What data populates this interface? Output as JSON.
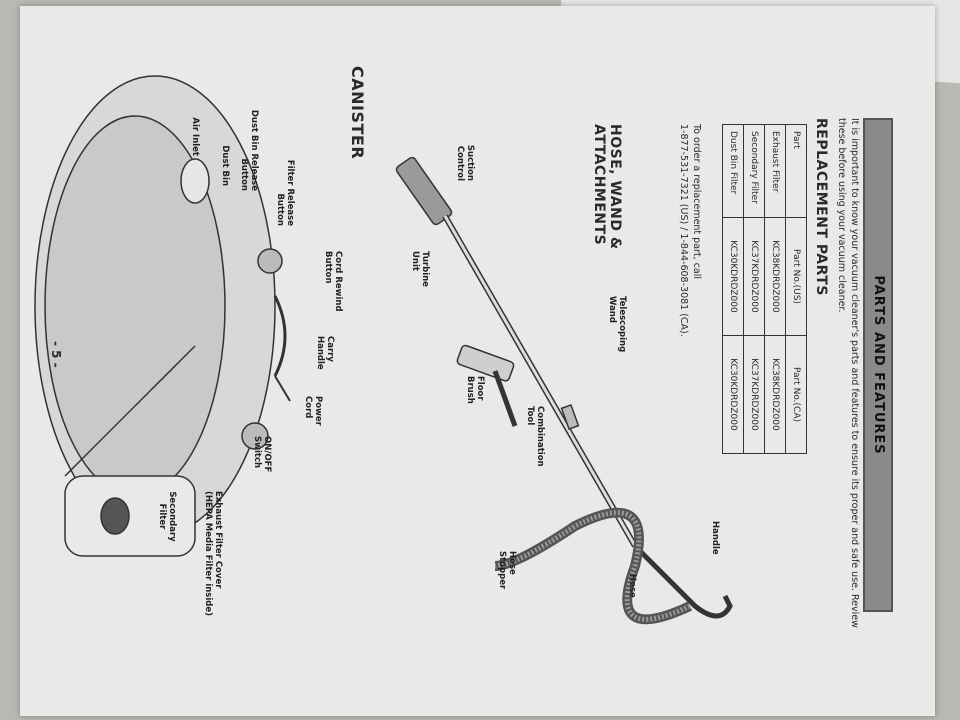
{
  "header": {
    "title": "PARTS AND FEATURES"
  },
  "intro": {
    "text": "It is important to know your vacuum cleaner's parts and features to ensure its proper and safe use. Review these before using your vacuum cleaner."
  },
  "replacement": {
    "heading": "REPLACEMENT PARTS",
    "columns": [
      "Part",
      "Part No.(US)",
      "Part No.(CA)"
    ],
    "rows": [
      [
        "Exhaust Filter",
        "KC38KDRDZ000",
        "KC38KDRDZ000"
      ],
      [
        "Secondary Filter",
        "KC37KDRDZ000",
        "KC37KDRDZ000"
      ],
      [
        "Dust Bin Filter",
        "KC30KDRDZ000",
        "KC30KDRDZ000"
      ]
    ],
    "order_line1": "To order a replacement part, call",
    "order_line2": "1-877-531-7321 (US) / 1-844-608-3081 (CA)."
  },
  "hose_section": {
    "heading_line1": "HOSE, WAND &",
    "heading_line2": "ATTACHMENTS",
    "labels": {
      "suction_control": "Suction Control",
      "turbine_unit": "Turbine Unit",
      "telescoping_wand": "Telescoping Wand",
      "floor_brush": "Floor Brush",
      "combination_tool": "Combination Tool",
      "handle": "Handle",
      "hose": "Hose",
      "hose_stopper": "Hose Stopper"
    }
  },
  "canister_section": {
    "heading": "CANISTER",
    "labels": {
      "cord_rewind_button": "Cord Rewind Button",
      "carry_handle": "Carry Handle",
      "power_cord": "Power Cord",
      "on_off_switch": "ON/OFF Switch",
      "exhaust_filter_cover": "Exhaust Filter Cover",
      "hepa_note": "(HEPA Media Filter inside)",
      "secondary_filter": "Secondary Filter",
      "filter_release_button": "Filter Release Button",
      "dust_bin_release_button": "Dust Bin Release Button",
      "dust_bin": "Dust Bin",
      "air_inlet": "Air Inlet"
    }
  },
  "page_number": "- 5 -"
}
